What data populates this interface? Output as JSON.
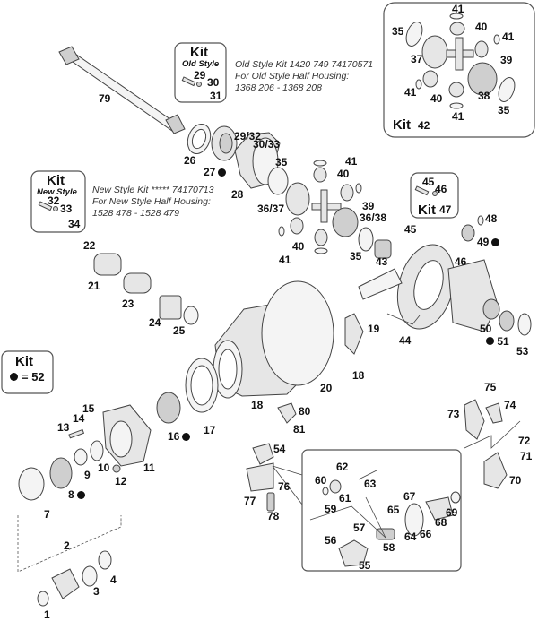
{
  "title": "Differential / Axle Housing Exploded Parts Diagram",
  "kits": {
    "old_style": {
      "title": "Kit",
      "subtitle": "Old Style",
      "parts": [
        "29",
        "30",
        "31"
      ]
    },
    "new_style": {
      "title": "Kit",
      "subtitle": "New Style",
      "parts": [
        "32",
        "33",
        "34"
      ]
    },
    "kit42": {
      "title": "Kit",
      "number": "42",
      "parts": [
        "35",
        "37",
        "38",
        "39",
        "40",
        "41"
      ]
    },
    "kit47": {
      "title": "Kit",
      "number": "47",
      "parts": [
        "45",
        "46"
      ]
    },
    "kit52": {
      "title": "Kit",
      "legend": "= 52",
      "marker": "filled-dot"
    }
  },
  "notes": {
    "old_style": [
      "Old Style Kit 1420 749 74170571",
      "For Old Style Half Housing:",
      "1368 206 - 1368 208"
    ],
    "new_style": [
      "New Style Kit ***** 74170713",
      "For New Style Half Housing:",
      "1528 478 - 1528 479"
    ]
  },
  "callouts": {
    "c1": "1",
    "c2": "2",
    "c3": "3",
    "c4": "4",
    "c7": "7",
    "c8": "8",
    "c9": "9",
    "c10": "10",
    "c11": "11",
    "c12": "12",
    "c13": "13",
    "c14": "14",
    "c15": "15",
    "c16": "16",
    "c17": "17",
    "c18a": "18",
    "c18b": "18",
    "c19": "19",
    "c20": "20",
    "c21": "21",
    "c22": "22",
    "c23": "23",
    "c24": "24",
    "c25": "25",
    "c26": "26",
    "c27": "27",
    "c28": "28",
    "c29_32": "29/32",
    "c30_33": "30/33",
    "c35a": "35",
    "c35b": "35",
    "c36_37": "36/37",
    "c36_38": "36/38",
    "c39": "39",
    "c40a": "40",
    "c40b": "40",
    "c41a": "41",
    "c41b": "41",
    "c43": "43",
    "c44": "44",
    "c45": "45",
    "c46": "46",
    "c48": "48",
    "c49": "49",
    "c50": "50",
    "c51": "51",
    "c53": "53",
    "c54": "54",
    "c55": "55",
    "c56": "56",
    "c57": "57",
    "c58": "58",
    "c59": "59",
    "c60": "60",
    "c61": "61",
    "c62": "62",
    "c63": "63",
    "c64": "64",
    "c65": "65",
    "c66": "66",
    "c67": "67",
    "c68": "68",
    "c69": "69",
    "c70": "70",
    "c71": "71",
    "c72": "72",
    "c73": "73",
    "c74": "74",
    "c75": "75",
    "c76": "76",
    "c77": "77",
    "c78": "78",
    "c79": "79",
    "c80": "80",
    "c81": "81",
    "k42_35a": "35",
    "k42_35b": "35",
    "k42_37": "37",
    "k42_38": "38",
    "k42_39": "39",
    "k42_40a": "40",
    "k42_40b": "40",
    "k42_41a": "41",
    "k42_41b": "41",
    "k42_41c": "41",
    "k42_41d": "41",
    "k47_45": "45",
    "k47_46": "46"
  }
}
